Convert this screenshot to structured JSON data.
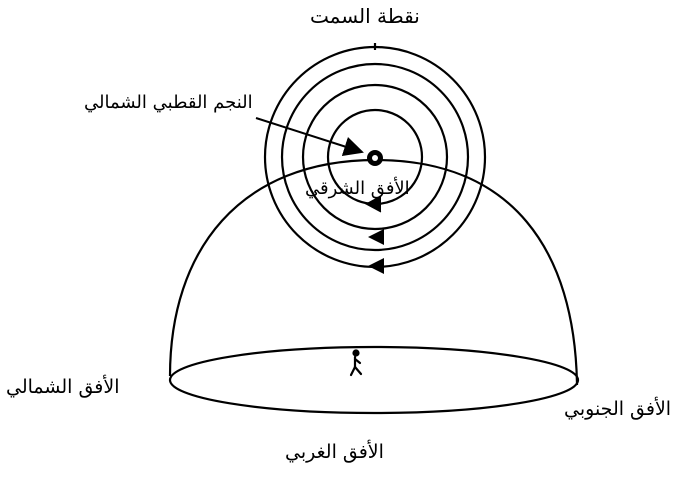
{
  "labels": {
    "zenith": "نقطة السمت",
    "north_star": "النجم القطبي الشمالي",
    "east_horizon": "الأفق الشرقي",
    "north_horizon": "الأفق الشمالي",
    "south_horizon": "الأفق الجنوبي",
    "west_horizon": "الأفق الغربي"
  },
  "colors": {
    "line": "#000000",
    "background": "#ffffff"
  },
  "icons": {
    "observer": "walking-person-icon",
    "star": "north-star-icon"
  }
}
